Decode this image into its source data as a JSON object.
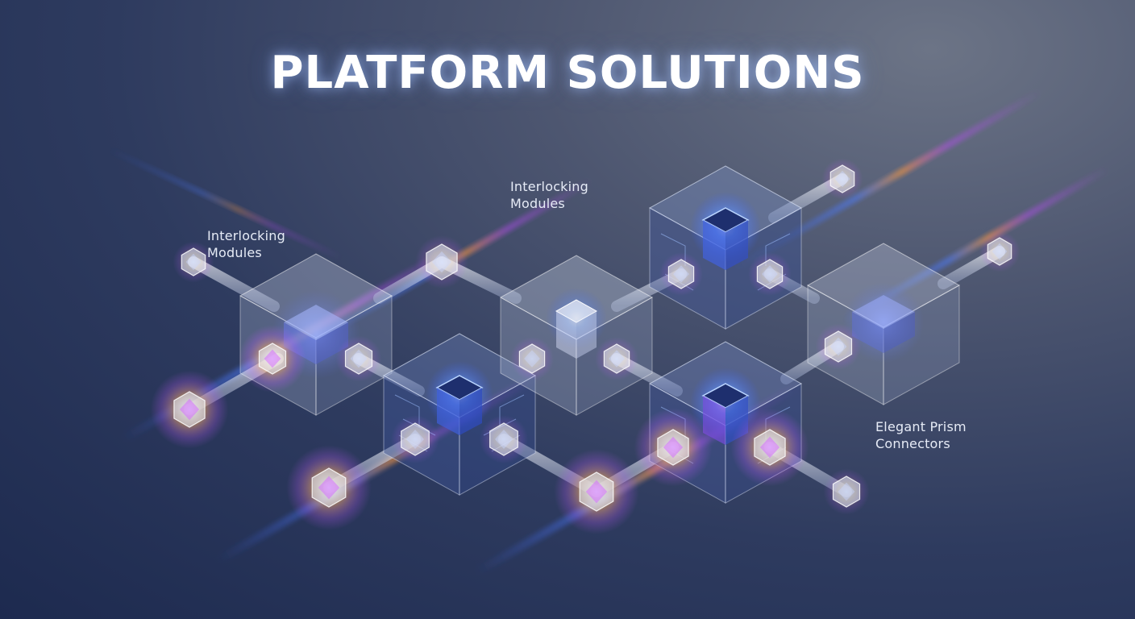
{
  "title": "PLATFORM SOLUTIONS",
  "callouts": [
    {
      "line1": "Interlocking",
      "line2": "Modules"
    },
    {
      "line1": "Interlocking",
      "line2": "Modules"
    },
    {
      "line1": "Elegant Prism",
      "line2": "Connectors"
    }
  ],
  "colors": {
    "background": "#253358",
    "title": "#ffffff",
    "glow_blue": "#4a8cff",
    "glow_orange": "#ff9a3c",
    "glow_magenta": "#c04cff"
  }
}
